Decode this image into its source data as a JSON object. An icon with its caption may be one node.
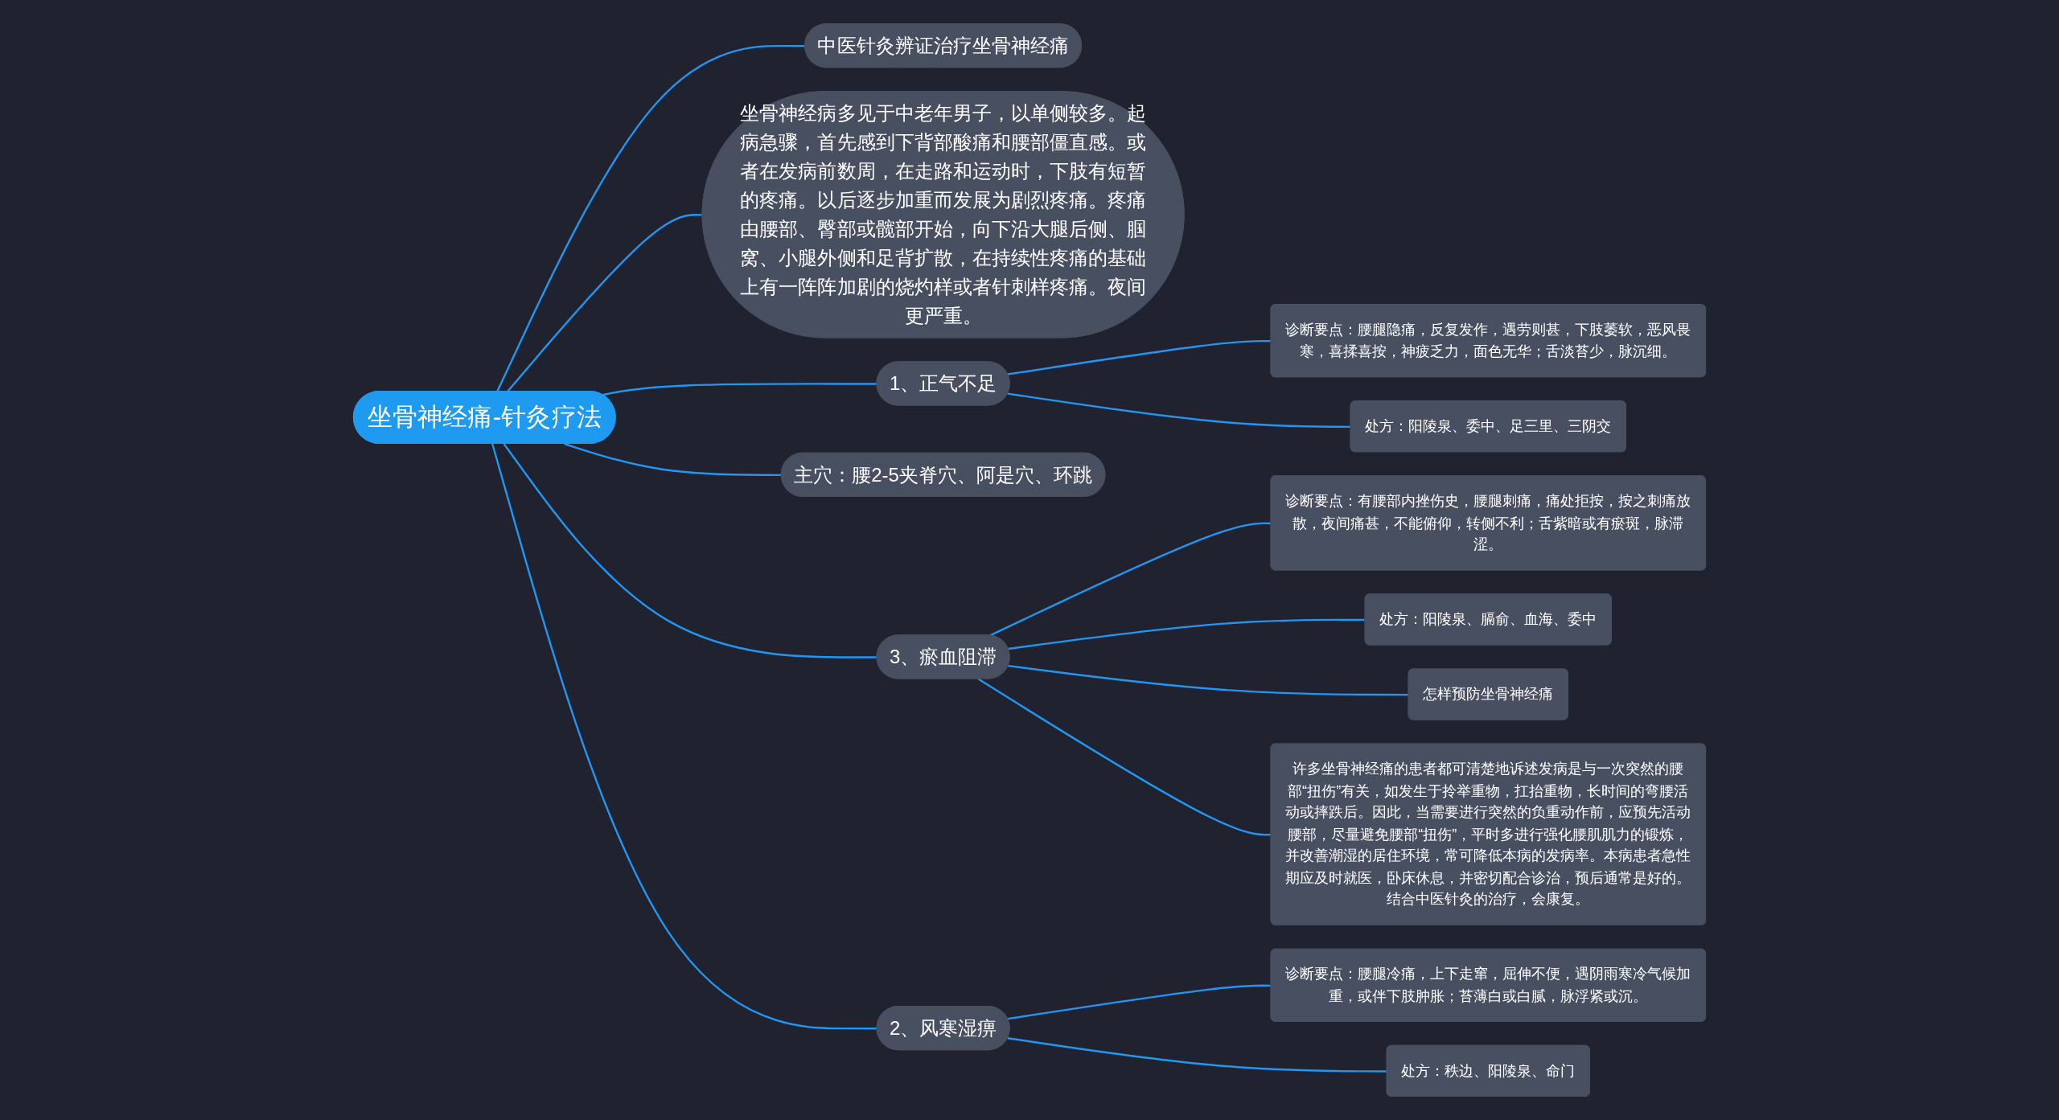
{
  "diagram": {
    "nodes": [
      {
        "text": [
          "坐骨神经痛-针灸疗法"
        ]
      },
      {
        "text": [
          "中医针灸辨证治疗坐骨神经痛"
        ]
      },
      {
        "text": [
          "坐骨神经病多见于中老年男子，以单侧较多。起病急骤，首先感到下背部酸痛和腰部僵直感。或者在发病前数周，在走路和运动时，下肢有短暂的疼痛。以后逐步加重而发展为剧烈疼痛。疼痛由腰部、臀部或髋部开始，向下沿大腿后侧、腘窝、小腿外侧和足背扩散，在持续性疼痛的基础上有一阵阵加剧的烧灼样或者针刺样疼痛。夜间更严重。"
        ]
      },
      {
        "text": [
          "1、正气不足"
        ]
      },
      {
        "text": [
          "诊断要点：腰腿隐痛，反复发作，遇劳则甚，下肢萎软，恶风畏寒，喜揉喜按，神疲乏力，面色无华；舌淡苔少，脉沉细。"
        ]
      },
      {
        "text": [
          "处方：阳陵泉、委中、足三里、三阴交"
        ]
      },
      {
        "text": [
          "主穴：腰2-5夹脊穴、阿是穴、环跳"
        ]
      },
      {
        "text": [
          "3、瘀血阻滞"
        ]
      },
      {
        "text": [
          "诊断要点：有腰部内挫伤史，腰腿刺痛，痛处拒按，按之刺痛放散，夜间痛甚，不能俯仰，转侧不利；舌紫暗或有瘀斑，脉滞涩。"
        ]
      },
      {
        "text": [
          "处方：阳陵泉、膈俞、血海、委中"
        ]
      },
      {
        "text": [
          "怎样预防坐骨神经痛"
        ]
      },
      {
        "text": [
          "许多坐骨神经痛的患者都可清楚地诉述发病是与一次突然的腰部“扭伤”有关，如发生于拎举重物，扛抬重物，长时间的弯腰活动或摔跌后。因此，当需要进行突然的负重动作前，应预先活动腰部，尽量避免腰部“扭伤”，平时多进行强化腰肌肌力的锻炼，并改善潮湿的居住环境，常可降低本病的发病率。本病患者急性期应及时就医，卧床休息，并密切配合诊治，预后通常是好的。结合中医针灸的治疗，会康复。"
        ]
      },
      {
        "text": [
          "2、风寒湿痹"
        ]
      },
      {
        "text": [
          "诊断要点：腰腿冷痛，上下走窜，屈伸不便，遇阴雨寒冷气候加重，或伴下肢肿胀；苔薄白或白腻，脉浮紧或沉。"
        ]
      },
      {
        "text": [
          "处方：秩边、阳陵泉、命门"
        ]
      }
    ],
    "edges": [
      {
        "from": 0,
        "to": 1,
        "arrow": "none"
      },
      {
        "from": 0,
        "to": 2,
        "arrow": "none"
      },
      {
        "from": 0,
        "to": 3,
        "arrow": "none"
      },
      {
        "from": 3,
        "to": 4,
        "arrow": "none"
      },
      {
        "from": 3,
        "to": 5,
        "arrow": "none"
      },
      {
        "from": 0,
        "to": 6,
        "arrow": "none"
      },
      {
        "from": 0,
        "to": 7,
        "arrow": "none"
      },
      {
        "from": 7,
        "to": 8,
        "arrow": "none"
      },
      {
        "from": 7,
        "to": 9,
        "arrow": "none"
      },
      {
        "from": 7,
        "to": 10,
        "arrow": "none"
      },
      {
        "from": 7,
        "to": 11,
        "arrow": "none"
      },
      {
        "from": 0,
        "to": 12,
        "arrow": "none"
      },
      {
        "from": 12,
        "to": 13,
        "arrow": "none"
      },
      {
        "from": 12,
        "to": 14,
        "arrow": "none"
      }
    ]
  }
}
